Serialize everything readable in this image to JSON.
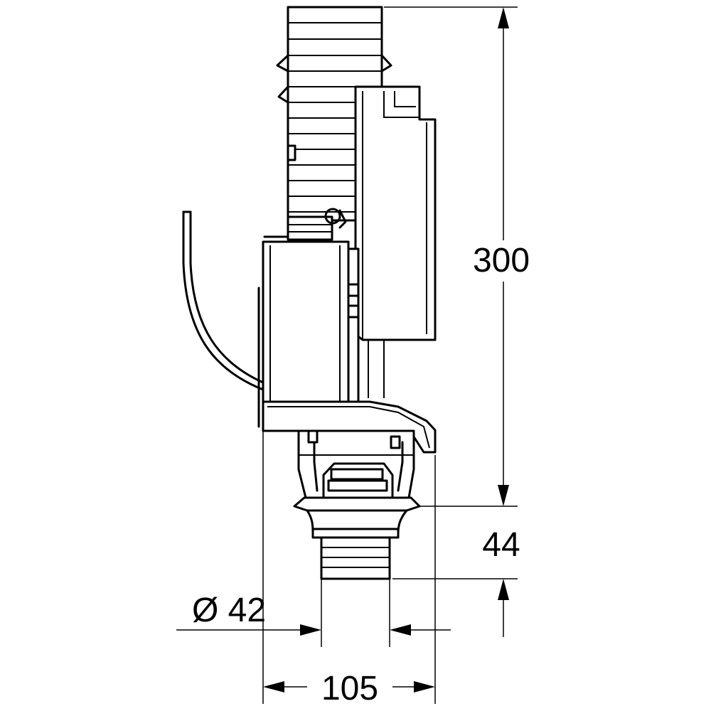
{
  "dimensions": {
    "height_total": "300",
    "height_outlet": "44",
    "diameter_outlet": "Ø 42",
    "width_total": "105"
  },
  "colors": {
    "line": "#000000",
    "background": "#ffffff"
  }
}
